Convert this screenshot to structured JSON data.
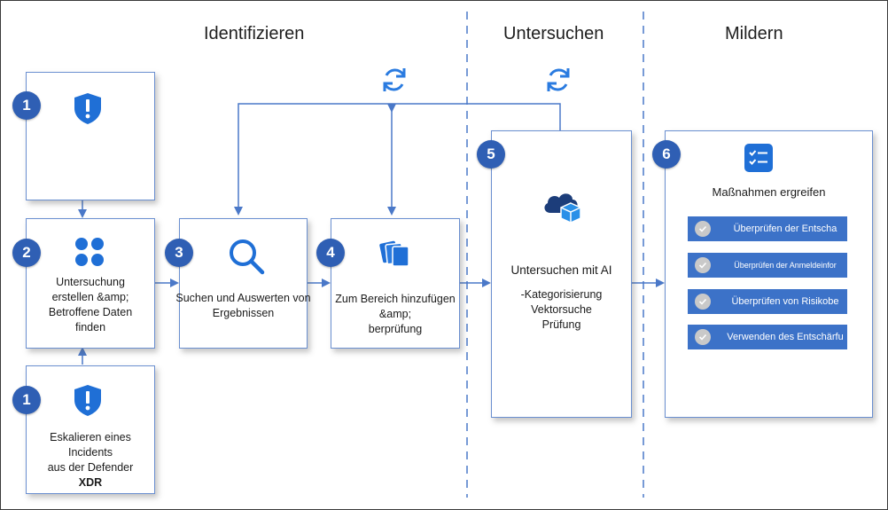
{
  "sections": {
    "identify": "Identifizieren",
    "investigate": "Untersuchen",
    "mitigate": "Mildern"
  },
  "steps": {
    "step1_top": {
      "number": "1",
      "icon": "shield-alert-icon"
    },
    "step1_bottom": {
      "number": "1",
      "icon": "shield-alert-icon",
      "line1": "Eskalieren eines Incidents",
      "line2": "aus der Defender",
      "line3": "XDR"
    },
    "step2": {
      "number": "2",
      "icon": "apps-grid-icon",
      "line1": "Untersuchung",
      "line2": "erstellen &amp;",
      "line3": "Betroffene Daten",
      "line4": "finden"
    },
    "step3": {
      "number": "3",
      "icon": "search-icon",
      "line1": "Suchen und Auswerten von",
      "line2": "Ergebnissen"
    },
    "step4": {
      "number": "4",
      "icon": "stacked-documents-icon",
      "line1": "Zum Bereich hinzufügen &amp;",
      "line2": "berprüfung"
    },
    "step5": {
      "number": "5",
      "icon": "cloud-cube-icon",
      "title": "Untersuchen mit AI",
      "line1": "-Kategorisierung",
      "line2": "Vektorsuche",
      "line3": "Prüfung"
    },
    "step6": {
      "number": "6",
      "icon": "task-list-icon",
      "title": "Maßnahmen ergreifen",
      "actions": [
        "Überprüfen der Entscha",
        "Überprüfen der Anmeldeinfor",
        "Überprüfen von Risikobe",
        "Verwenden des Entschärfu"
      ]
    }
  },
  "cycle_icons": [
    "refresh-cycle-icon",
    "refresh-cycle-icon"
  ],
  "colors": {
    "accent": "#2f5fb4",
    "connector": "#4a78c8",
    "action_fill": "#3c72c8",
    "card_border": "#6a8fd0"
  }
}
